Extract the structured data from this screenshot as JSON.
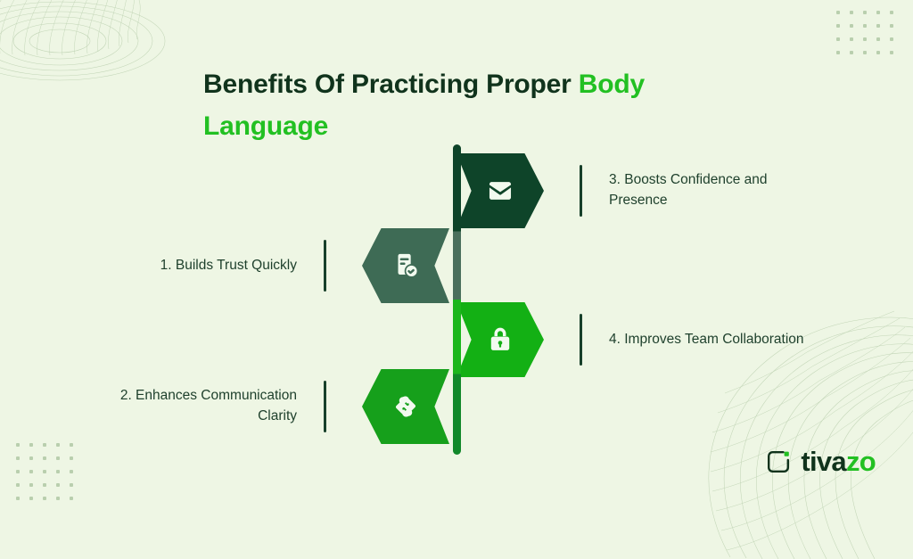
{
  "title": {
    "line1_dark": "Benefits Of Practicing Proper ",
    "line1_accent": "Body",
    "line2_accent": "Language"
  },
  "colors": {
    "background": "#eef6e4",
    "dark_green": "#0e4429",
    "sage_green": "#3e6b55",
    "bright_green": "#13b014",
    "mid_green": "#16a01b",
    "title_dark": "#10331c",
    "title_accent": "#22c022",
    "body_text": "#1d3f2b"
  },
  "items": [
    {
      "label": "1. Builds Trust Quickly",
      "icon": "document-check-icon",
      "side": "left",
      "color": "#3e6b55"
    },
    {
      "label": "2. Enhances Communication Clarity",
      "icon": "handshake-icon",
      "side": "left",
      "color": "#16a01b"
    },
    {
      "label": "3. Boosts Confidence and Presence",
      "icon": "mail-icon",
      "side": "right",
      "color": "#0e4429"
    },
    {
      "label": "4. Improves Team Collaboration",
      "icon": "lock-icon",
      "side": "right",
      "color": "#13b014"
    }
  ],
  "logo": {
    "text_dark": "tiva",
    "text_accent": "zo",
    "mark": "rounded-square-bracket-icon"
  }
}
